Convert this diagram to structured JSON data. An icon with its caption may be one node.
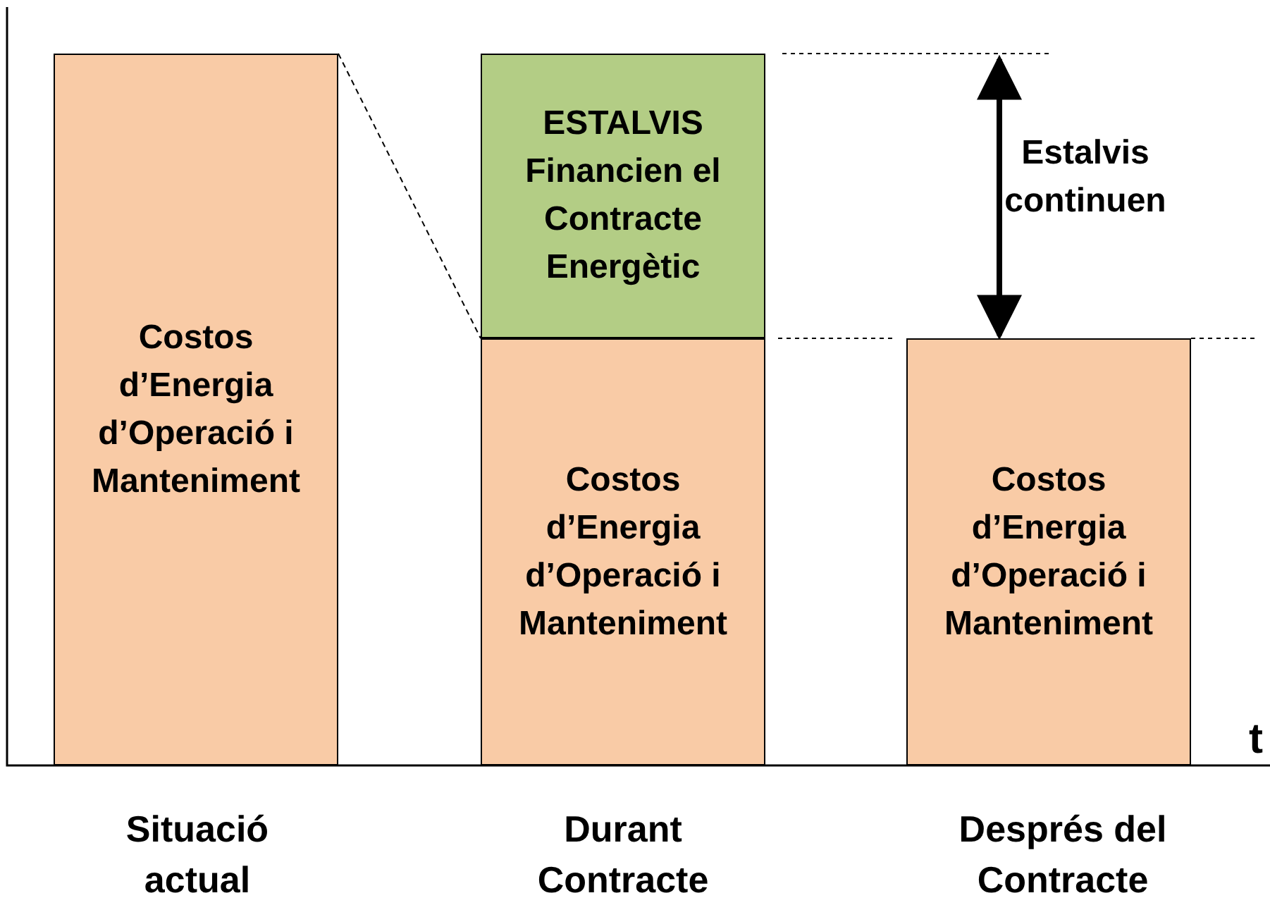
{
  "diagram": {
    "nodes": [
      {
        "text": [
          "Costos d’Energia d’Operació i Manteniment"
        ]
      },
      {
        "text": [
          "ESTALVIS Financien el Contracte Energètic"
        ]
      },
      {
        "text": [
          "Costos d’Energia d’Operació i Manteniment"
        ]
      },
      {
        "text": [
          "Costos d’Energia d’Operació i Manteniment"
        ]
      }
    ],
    "edges": [
      {
        "from": 0,
        "to": 2,
        "arrow": "none",
        "style": "dashed"
      }
    ],
    "labels": [
      "Estalvis continuen",
      "t",
      "Situació actual",
      "Durant Contracte",
      "Després del Contracte"
    ]
  }
}
